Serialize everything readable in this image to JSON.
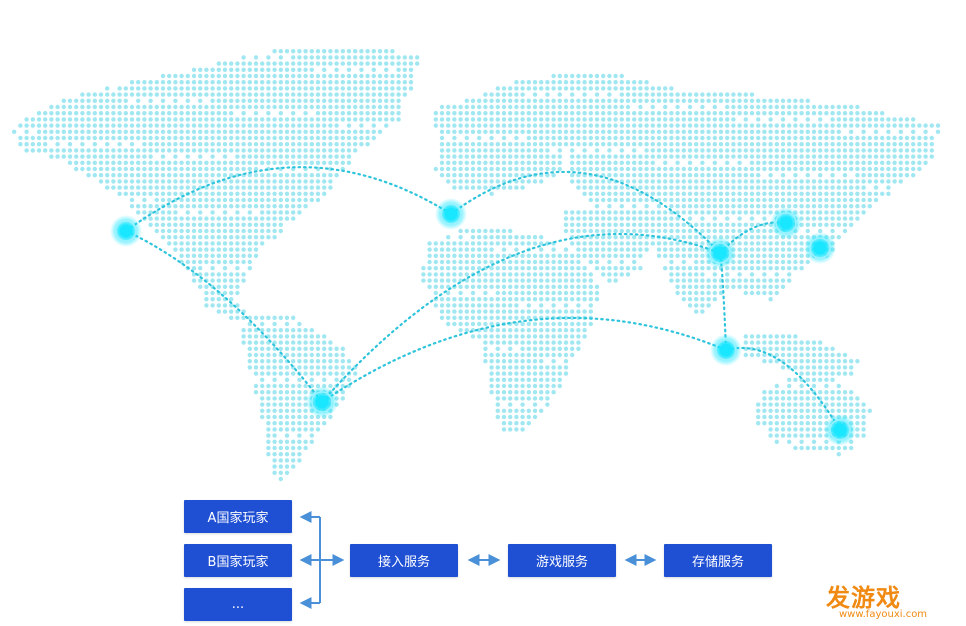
{
  "map": {
    "dot_color": "#8fe3ef",
    "route_color": "#2ec4dc",
    "hub_color": "#19e6ff",
    "hubs": [
      "north-america-west",
      "western-europe",
      "south-america-east",
      "china-east",
      "korea",
      "japan",
      "southeast-asia",
      "australia-east"
    ]
  },
  "flow": {
    "players": [
      {
        "label": "A国家玩家"
      },
      {
        "label": "B国家玩家"
      },
      {
        "label": "..."
      }
    ],
    "services": [
      {
        "label": "接入服务"
      },
      {
        "label": "游戏服务"
      },
      {
        "label": "存储服务"
      }
    ],
    "box_color": "#1f4fd3",
    "arrow_color": "#4a90d9"
  },
  "watermark": {
    "logo_text": "发游戏",
    "url": "www.fayouxi.com",
    "color": "#f08a12"
  }
}
